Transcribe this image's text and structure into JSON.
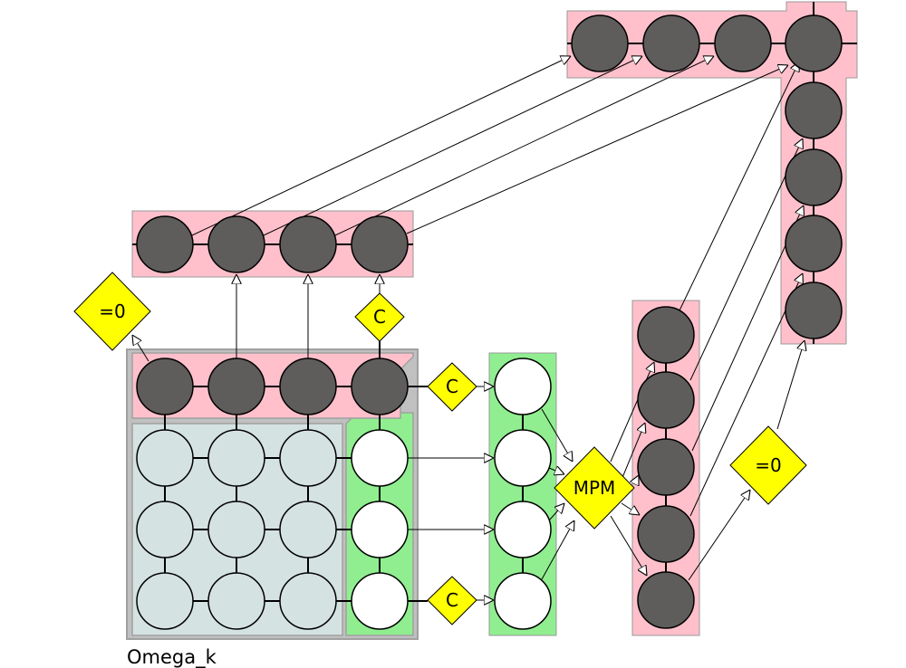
{
  "caption": "Omega_k",
  "operators": {
    "zero": "=0",
    "coupling": "C",
    "mpm": "MPM"
  },
  "colors": {
    "pink": "#ffc0cb",
    "green": "#90ee90",
    "grey_block": "#c0c0c0",
    "grey_border": "#a0a0a0",
    "light_node": "#d5e2e2",
    "dark_node": "#5f5c5c",
    "white_node": "#ffffff",
    "yellow": "#ffff00"
  }
}
